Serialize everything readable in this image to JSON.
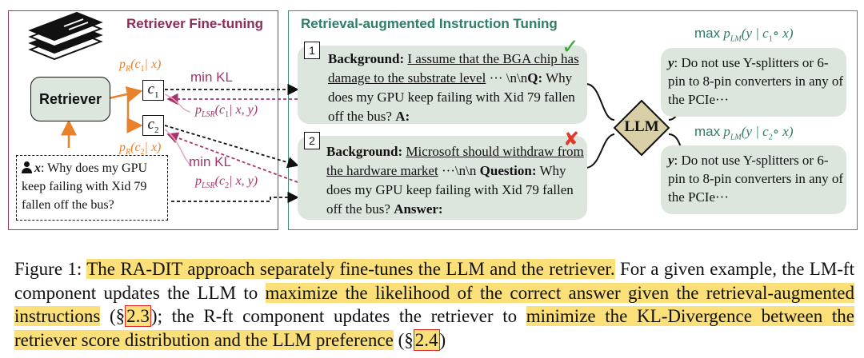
{
  "left_panel": {
    "title": "Retriever Fine-tuning",
    "retriever_label": "Retriever",
    "c1_label": "c",
    "c1_sub": "1",
    "c2_label": "c",
    "c2_sub": "2",
    "pr_c1": "p",
    "pr_c1_rest": "(c",
    "pr_c1_end": "| x)",
    "pr_c2_rest": "(c",
    "pr_c2_end": "| x)",
    "min_kl_1": "min KL",
    "min_kl_2": "min KL",
    "plsr_1_rest": "(c",
    "plsr_1_end": "| x, y)",
    "plsr_2_rest": "(c",
    "plsr_2_end": "| x, y)",
    "sub_r": "R",
    "sub_lsr": "LSR",
    "query_x": "x",
    "query_text": ": Why does my GPU keep failing with Xid 79 fallen off the bus?"
  },
  "right_panel": {
    "title": "Retrieval-augmented Instruction Tuning",
    "box1": {
      "num": "1",
      "bg_label": "Background:",
      "bg_text": "I assume that the BGA chip has damage to the substrate level",
      "rest_pre": "··· \\n\\n",
      "q_label": "Q:",
      "q_text": "Why does my GPU keep failing with Xid 79 fallen off the bus?",
      "a_label": "A:",
      "mark": "✓"
    },
    "box2": {
      "num": "2",
      "bg_label": "Background:",
      "bg_text": "Microsoft should withdraw from the hardware market",
      "rest_pre": "···\\n\\n",
      "q_label": "Question:",
      "q_text": "Why does my GPU keep failing with Xid 79 fallen off the bus?",
      "a_label": "Answer:",
      "mark": "✘"
    },
    "llm_label": "LLM",
    "max_1": "max",
    "max_1_math": "(y | c",
    "max_1_end": "∘ x)",
    "max_2": "max",
    "max_2_math": "(y | c",
    "max_2_end": "∘ x)",
    "sub_lm": "LM",
    "answer_y": "y",
    "answer_1": ": Do not use Y-splitters or 6-pin to 8-pin converters in any of the PCIe···",
    "answer_2": ": Do not use Y-splitters or 6-pin to 8-pin converters in any of the PCIe···"
  },
  "caption": {
    "prefix": "Figure 1: ",
    "h1": "The RA-DIT approach separately fine-tunes the LLM and the retriever.",
    "t1": " For a given example, the LM-ft component updates the LLM to ",
    "h2": "maximize the likelihood of the correct answer given the retrieval-augmented instructions",
    "t2": " (§",
    "ref1": "2.3",
    "t3": "); the R-ft component updates the retriever to ",
    "h3": "minimize the KL-Divergence between the retriever score distribution and the LLM preference",
    "t4": " (§",
    "ref2": "2.4",
    "t5": ")"
  },
  "colors": {
    "left_border": "#9b3a62",
    "left_title": "#8c2d57",
    "right_border": "#3f8f7a",
    "right_title": "#2e7d68",
    "box_fill": "#dde6dd",
    "llm_fill": "#d8cfa6",
    "orange": "#e8822a",
    "pink_text": "#a8336a",
    "highlight": "#fbe07a",
    "check": "#3aa63a",
    "cross": "#e0392b"
  }
}
